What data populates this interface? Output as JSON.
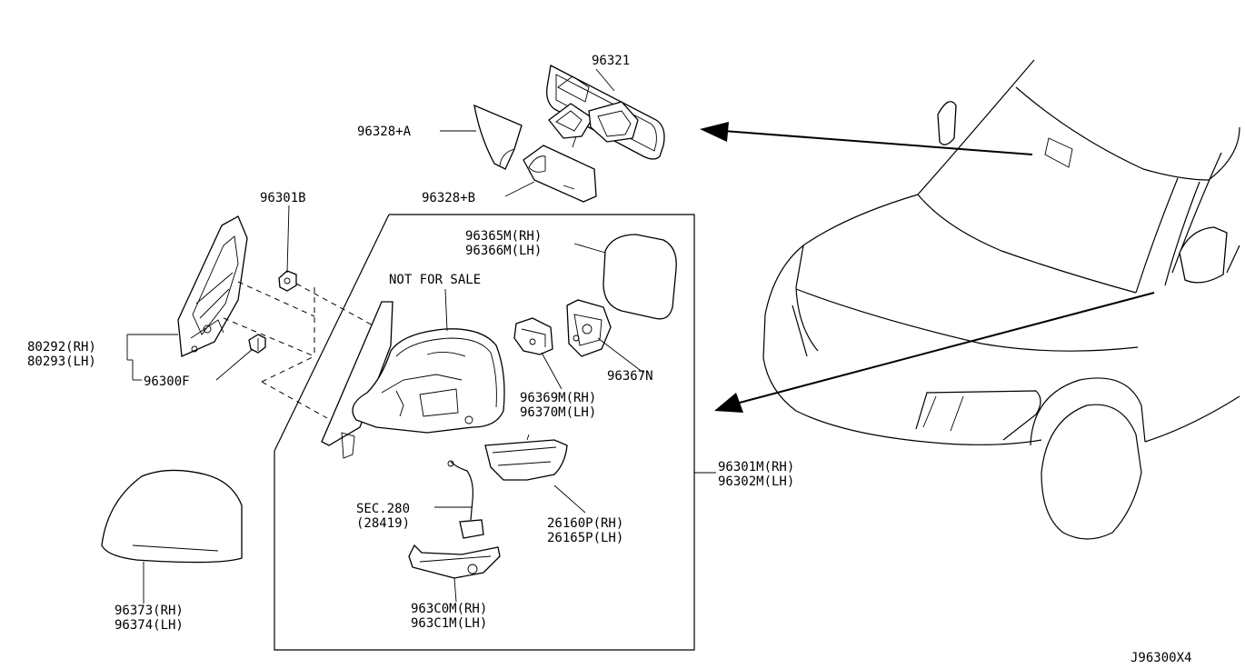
{
  "labels": {
    "p96321": "96321",
    "p96328a": "96328+A",
    "p96328b": "96328+B",
    "p96301b": "96301B",
    "p96365": "96365M(RH)",
    "p96366": "96366M(LH)",
    "not_for_sale": "NOT FOR SALE",
    "p80292": "80292(RH)",
    "p80293": "80293(LH)",
    "p96300f": "96300F",
    "p96367n": "96367N",
    "p96369": "96369M(RH)",
    "p96370": "96370M(LH)",
    "p96301m": "96301M(RH)",
    "p96302m": "96302M(LH)",
    "sec280": "SEC.280",
    "p28419": "(28419)",
    "p26160": "26160P(RH)",
    "p26165": "26165P(LH)",
    "p96373": "96373(RH)",
    "p96374": "96374(LH)",
    "p963c0": "963C0M(RH)",
    "p963c1": "963C1M(LH)",
    "drawing_id": "J96300X4"
  },
  "icons": {
    "arrow_upper": "arrow-left-icon",
    "arrow_lower": "arrow-down-left-icon"
  }
}
